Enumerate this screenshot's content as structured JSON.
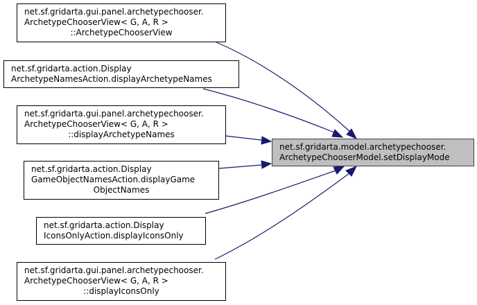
{
  "diagram": {
    "type": "call-graph",
    "target": {
      "id": "setDisplayMode",
      "lines": [
        "net.sf.gridarta.model.archetypechooser.",
        "ArchetypeChooserModel.setDisplayMode"
      ],
      "highlighted": true
    },
    "callers": [
      {
        "id": "ctor",
        "lines": [
          "net.sf.gridarta.gui.panel.archetypechooser.",
          "ArchetypeChooserView< G, A, R >",
          "::ArchetypeChooserView"
        ]
      },
      {
        "id": "dan-action",
        "lines": [
          "net.sf.gridarta.action.Display",
          "ArchetypeNamesAction.displayArchetypeNames"
        ]
      },
      {
        "id": "dan-view",
        "lines": [
          "net.sf.gridarta.gui.panel.archetypechooser.",
          "ArchetypeChooserView< G, A, R >",
          "::displayArchetypeNames"
        ]
      },
      {
        "id": "dgon-action",
        "lines": [
          "net.sf.gridarta.action.Display",
          "GameObjectNamesAction.displayGame",
          "ObjectNames"
        ]
      },
      {
        "id": "dio-action",
        "lines": [
          "net.sf.gridarta.action.Display",
          "IconsOnlyAction.displayIconsOnly"
        ]
      },
      {
        "id": "dio-view",
        "lines": [
          "net.sf.gridarta.gui.panel.archetypechooser.",
          "ArchetypeChooserView< G, A, R >",
          "::displayIconsOnly"
        ]
      }
    ],
    "edges": [
      {
        "from": "ctor",
        "to": "setDisplayMode"
      },
      {
        "from": "dan-action",
        "to": "setDisplayMode"
      },
      {
        "from": "dan-view",
        "to": "setDisplayMode"
      },
      {
        "from": "dgon-action",
        "to": "setDisplayMode"
      },
      {
        "from": "dio-action",
        "to": "setDisplayMode"
      },
      {
        "from": "dio-view",
        "to": "setDisplayMode"
      }
    ],
    "colors": {
      "edge": "#191970",
      "target_fill": "#bfbfbf",
      "node_fill": "#ffffff",
      "border": "#000000"
    }
  }
}
